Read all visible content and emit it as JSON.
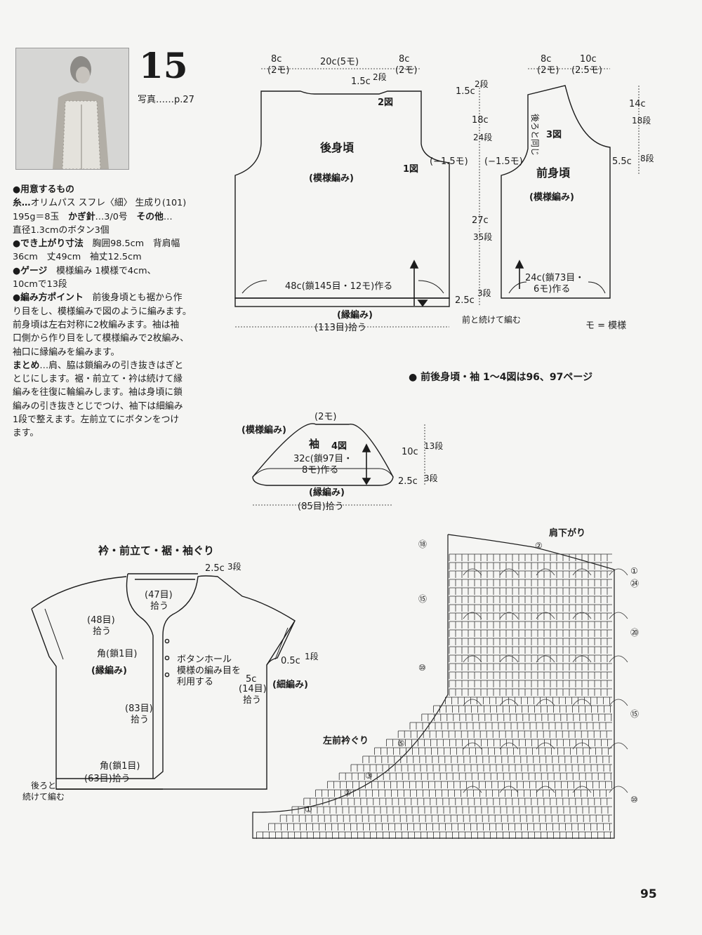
{
  "header": {
    "pattern_number": "15",
    "photo_ref": "写真……p.27"
  },
  "instructions": {
    "materials": {
      "title": "●用意するもの",
      "yarn_label": "糸…",
      "yarn": "オリムパス スフレ〈細〉 生成り(101)",
      "yarn2": "195g＝8玉",
      "hook_label": "かぎ針",
      "hook": "…3/0号",
      "other_label": "その他",
      "other": "…",
      "other2": "直径1.3cmのボタン3個"
    },
    "size": {
      "title": "●でき上がり寸法",
      "line1": "胸囲98.5cm　背肩幅",
      "line2": "36cm　丈49cm　袖丈12.5cm"
    },
    "gauge": {
      "title": "●ゲージ",
      "line1": "模様編み 1模様で4cm、",
      "line2": "10cmで13段"
    },
    "points": {
      "title": "●編み方ポイント",
      "l1": "前後身頃とも裾から作",
      "l2": "り目をし、模様編みで図のように編みます。",
      "l3": "前身頃は左右対称に2枚編みます。袖は袖",
      "l4": "口側から作り目をして模様編みで2枚編み、",
      "l5": "袖口に縁編みを編みます。"
    },
    "finish": {
      "title": "まとめ",
      "l1": "…肩、脇は鎖編みの引き抜きはぎと",
      "l2": "とじにします。裾・前立て・衿は続けて縁",
      "l3": "編みを往復に輪編みします。袖は身頃に鎖",
      "l4": "編みの引き抜きとじでつけ、袖下は細編み",
      "l5": "1段で整えます。左前立てにボタンをつけ",
      "l6": "ます。"
    }
  },
  "back": {
    "w_side": "8c",
    "w_side_sub": "(2モ)",
    "w_mid": "20c(5モ)",
    "neck_drop": "1.5c",
    "neck_rows": "2段",
    "fig2": "2図",
    "fig1": "1図",
    "name": "後身頃",
    "stitch": "(模様編み)",
    "dec": "(−1.5モ)",
    "cast_on": "48c(鎖145目・12モ)作る",
    "border": "(縁編み)",
    "pickup": "(113目)拾う",
    "h_shoulder": "1.5c",
    "h_shoulder_rows": "2段",
    "h_arm": "18c",
    "h_arm_rows": "24段",
    "h_body": "27c",
    "h_body_rows": "35段",
    "h_border": "2.5c",
    "h_border_rows": "3段",
    "continue_note": "前と続けて編む"
  },
  "front": {
    "w1": "8c",
    "w1_sub": "(2モ)",
    "w2": "10c",
    "w2_sub": "(2.5モ)",
    "same_back": "後ろと同じ",
    "fig3": "3図",
    "dec": "(−1.5モ)",
    "name": "前身頃",
    "stitch": "(模様編み)",
    "cast_on1": "24c(鎖73目・",
    "cast_on2": "6モ)作る",
    "h_neck": "14c",
    "h_neck_rows": "18段",
    "h_lower": "5.5c",
    "h_lower_rows": "8段",
    "legend": "モ = 模様"
  },
  "ref_note": "● 前後身頃・袖 1〜4図は96、97ページ",
  "sleeve": {
    "top": "(2モ)",
    "stitch": "(模様編み)",
    "name": "袖",
    "fig4": "4図",
    "cast_on1": "32c(鎖97目・",
    "cast_on2": "8モ)作る",
    "border": "(縁編み)",
    "pickup": "(85目)拾う",
    "h1": "10c",
    "h1_rows": "13段",
    "h2": "2.5c",
    "h2_rows": "3段"
  },
  "edging": {
    "title": "衿・前立て・裾・袖ぐり",
    "h": "2.5c",
    "h_rows": "3段",
    "neck_back": "(47目)",
    "neck_back2": "拾う",
    "neck_front": "(48目)",
    "neck_front2": "拾う",
    "corner": "角(鎖1目)",
    "border": "(縁編み)",
    "buttonhole1": "ボタンホール",
    "buttonhole2": "模様の編み目を",
    "buttonhole3": "利用する",
    "arm_h": "0.5c",
    "arm_rows": "1段",
    "arm_w": "5c",
    "arm_w2": "(14目)",
    "arm_w3": "拾う",
    "arm_border": "(細編み)",
    "front_pick": "(83目)",
    "front_pick2": "拾う",
    "corner2": "角(鎖1目)",
    "hem_pick": "(63目)拾う",
    "cont1": "後ろと",
    "cont2": "続けて編む"
  },
  "chart": {
    "shoulder": "肩下がり",
    "neckline": "左前衿ぐり",
    "left_rows": [
      "⑱",
      "⑮",
      "⑩",
      "⑤",
      "③",
      "②",
      "①"
    ],
    "right_rows": [
      "②",
      "①",
      "㉔",
      "⑳",
      "⑮",
      "⑩"
    ]
  },
  "page_number": "95"
}
